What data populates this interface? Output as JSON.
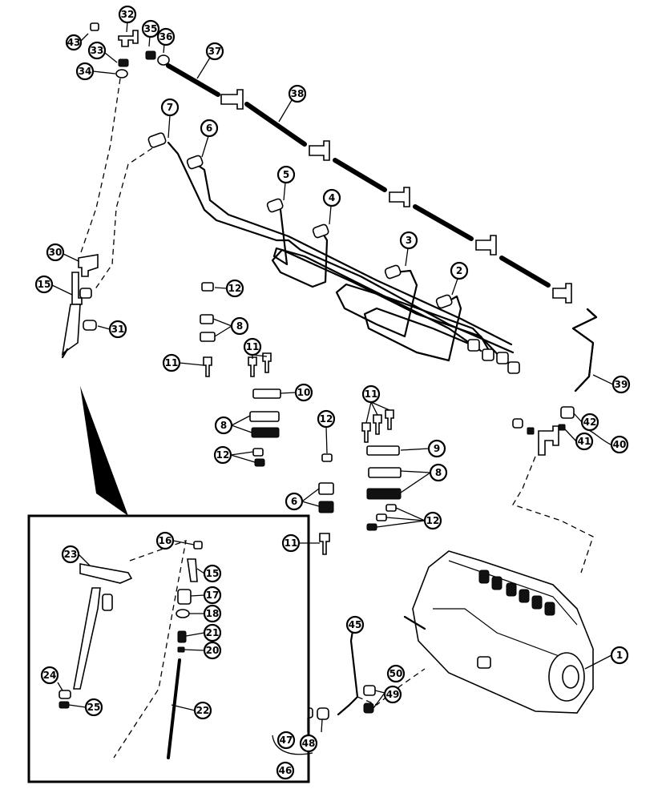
{
  "callouts": [
    {
      "id": "c43",
      "label": "43"
    },
    {
      "id": "c32",
      "label": "32"
    },
    {
      "id": "c35",
      "label": "35"
    },
    {
      "id": "c36",
      "label": "36"
    },
    {
      "id": "c37",
      "label": "37"
    },
    {
      "id": "c33",
      "label": "33"
    },
    {
      "id": "c34",
      "label": "34"
    },
    {
      "id": "c38",
      "label": "38"
    },
    {
      "id": "c7",
      "label": "7"
    },
    {
      "id": "c6",
      "label": "6"
    },
    {
      "id": "c5",
      "label": "5"
    },
    {
      "id": "c4",
      "label": "4"
    },
    {
      "id": "c3",
      "label": "3"
    },
    {
      "id": "c2",
      "label": "2"
    },
    {
      "id": "c30",
      "label": "30"
    },
    {
      "id": "c15a",
      "label": "15"
    },
    {
      "id": "c31",
      "label": "31"
    },
    {
      "id": "c12a",
      "label": "12"
    },
    {
      "id": "c8a",
      "label": "8"
    },
    {
      "id": "c11a",
      "label": "11"
    },
    {
      "id": "c11b",
      "label": "11"
    },
    {
      "id": "c39",
      "label": "39"
    },
    {
      "id": "c10",
      "label": "10"
    },
    {
      "id": "c11c",
      "label": "11"
    },
    {
      "id": "c8b",
      "label": "8"
    },
    {
      "id": "c12b",
      "label": "12"
    },
    {
      "id": "c12c",
      "label": "12"
    },
    {
      "id": "c9",
      "label": "9"
    },
    {
      "id": "c8c",
      "label": "8"
    },
    {
      "id": "c42",
      "label": "42"
    },
    {
      "id": "c41",
      "label": "41"
    },
    {
      "id": "c40",
      "label": "40"
    },
    {
      "id": "c6b",
      "label": "6"
    },
    {
      "id": "c12d",
      "label": "12"
    },
    {
      "id": "c11d",
      "label": "11"
    },
    {
      "id": "c16",
      "label": "16"
    },
    {
      "id": "c23",
      "label": "23"
    },
    {
      "id": "c15b",
      "label": "15"
    },
    {
      "id": "c17",
      "label": "17"
    },
    {
      "id": "c18",
      "label": "18"
    },
    {
      "id": "c21",
      "label": "21"
    },
    {
      "id": "c20",
      "label": "20"
    },
    {
      "id": "c24",
      "label": "24"
    },
    {
      "id": "c22",
      "label": "22"
    },
    {
      "id": "c25",
      "label": "25"
    },
    {
      "id": "c45",
      "label": "45"
    },
    {
      "id": "c50",
      "label": "50"
    },
    {
      "id": "c49",
      "label": "49"
    },
    {
      "id": "c1",
      "label": "1"
    },
    {
      "id": "c47",
      "label": "47"
    },
    {
      "id": "c48",
      "label": "48"
    },
    {
      "id": "c46",
      "label": "46"
    }
  ]
}
